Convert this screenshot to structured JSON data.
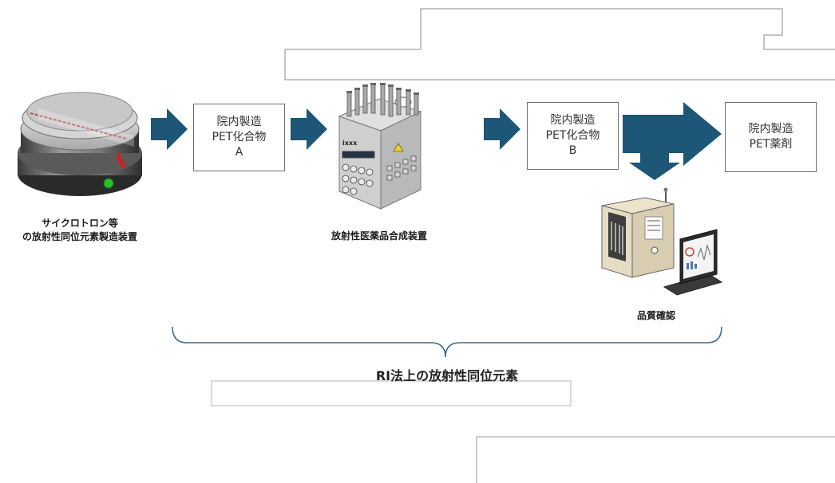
{
  "process": {
    "source_label_line1": "サイクロトロン等",
    "source_label_line2": "の放射性同位元素製造装置",
    "compound_a": {
      "line1": "院内製造",
      "line2": "PET化合物",
      "line3": "A"
    },
    "synthesizer_label": "放射性医薬品合成装置",
    "synthesizer_brand": "ixxx",
    "compound_b": {
      "line1": "院内製造",
      "line2": "PET化合物",
      "line3": "B"
    },
    "final_product": {
      "line1": "院内製造",
      "line2": "PET薬剤"
    },
    "qc_label": "品質確認"
  },
  "bracket": {
    "label": "RI法上の放射性同位元素"
  },
  "colors": {
    "arrow": "#1d5676",
    "box_border": "#6d6d6d",
    "bracket": "#3f6b8a"
  },
  "icons": {
    "cyclotron": "cyclotron-icon",
    "synthesizer": "synthesizer-icon",
    "qc": "quality-control-icon"
  }
}
